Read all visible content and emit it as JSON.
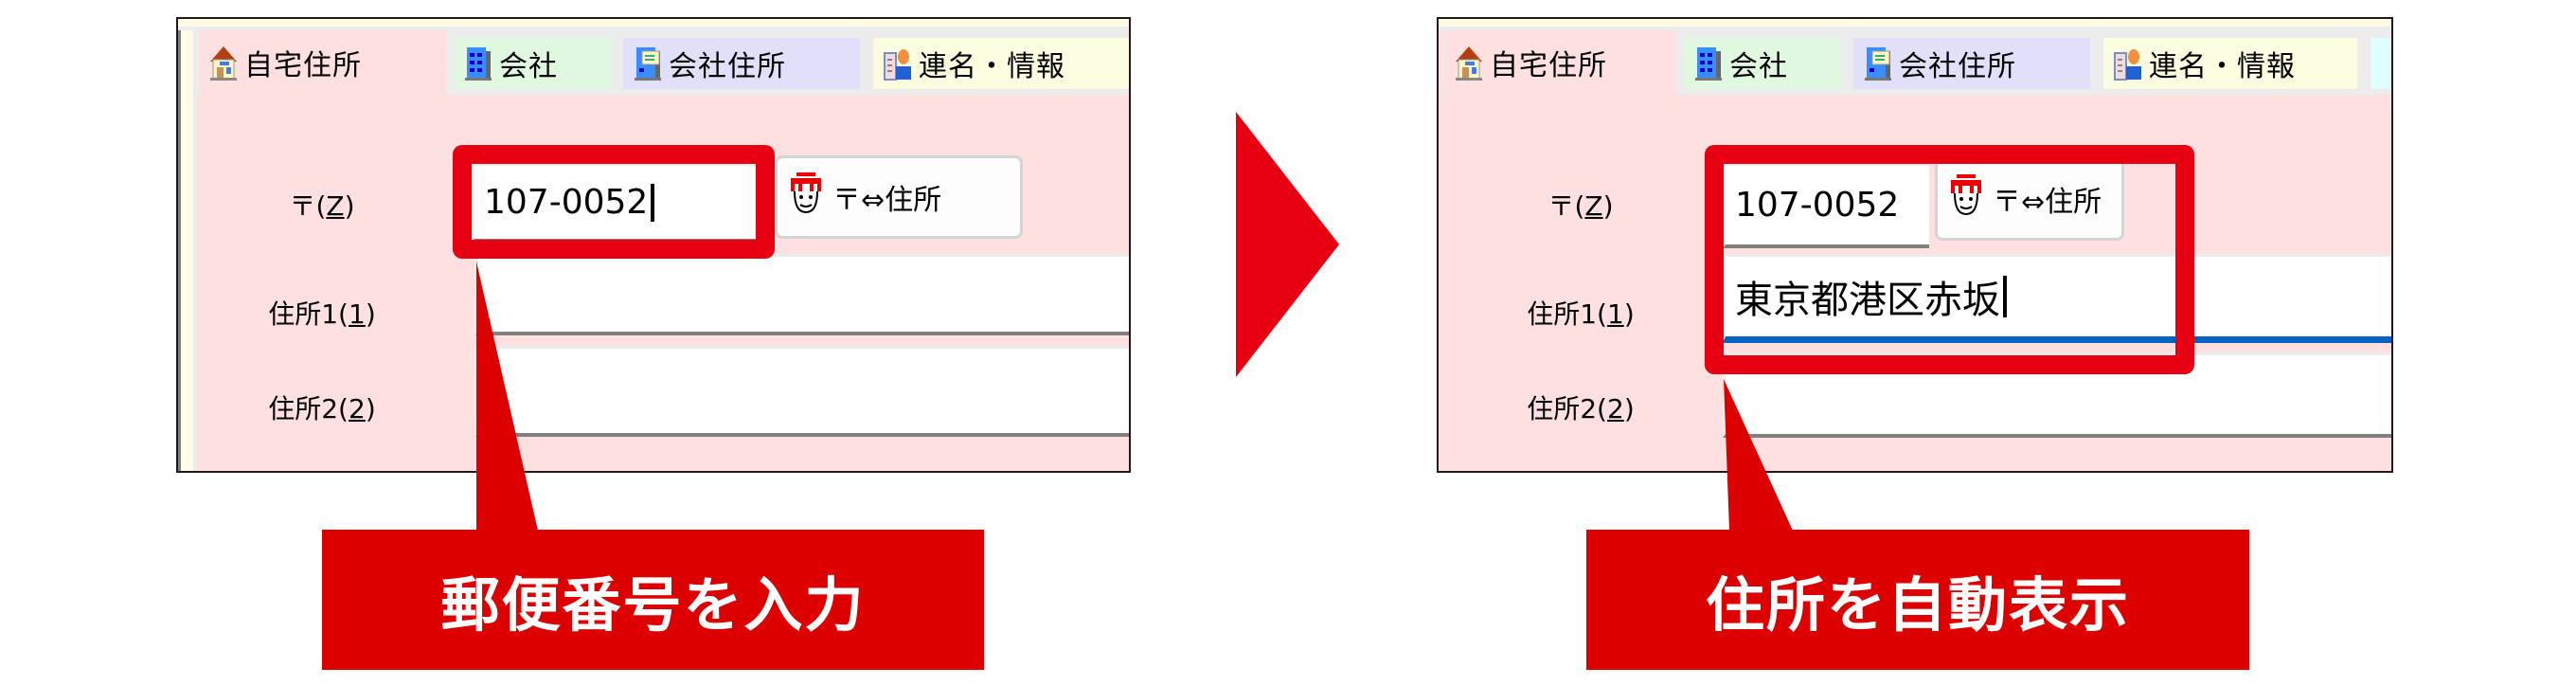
{
  "colors": {
    "accent_red": "#e60012",
    "callout_red": "#dc0000",
    "form_pink": "#ffe0e0",
    "focus_blue": "#0063c1"
  },
  "before": {
    "tabs": [
      {
        "label": "自宅住所",
        "icon": "house-icon",
        "active": true
      },
      {
        "label": "会社",
        "icon": "building-icon",
        "active": false
      },
      {
        "label": "会社住所",
        "icon": "building-card-icon",
        "active": false
      },
      {
        "label": "連名・情報",
        "icon": "person-book-icon",
        "active": false
      }
    ],
    "zip_label": "〒(",
    "zip_label_key": "Z",
    "zip_label_end": ")",
    "zip_value": "107-0052",
    "zip_button_label": "〒⇔住所",
    "address1_label": "住所1(",
    "address1_key": "1",
    "address1_value": "",
    "address2_label": "住所2(",
    "address2_key": "2",
    "address2_value": "",
    "callout": "郵便番号を入力"
  },
  "after": {
    "tabs": [
      {
        "label": "自宅住所",
        "icon": "house-icon",
        "active": true
      },
      {
        "label": "会社",
        "icon": "building-icon",
        "active": false
      },
      {
        "label": "会社住所",
        "icon": "building-card-icon",
        "active": false
      },
      {
        "label": "連名・情報",
        "icon": "person-book-icon",
        "active": false
      }
    ],
    "zip_label": "〒(",
    "zip_label_key": "Z",
    "zip_label_end": ")",
    "zip_value": "107-0052",
    "zip_button_label": "〒⇔住所",
    "address1_label": "住所1(",
    "address1_key": "1",
    "address1_value": "東京都港区赤坂",
    "address2_label": "住所2(",
    "address2_key": "2",
    "address2_value": "",
    "callout": "住所を自動表示"
  },
  "arrow": {
    "direction": "right"
  }
}
